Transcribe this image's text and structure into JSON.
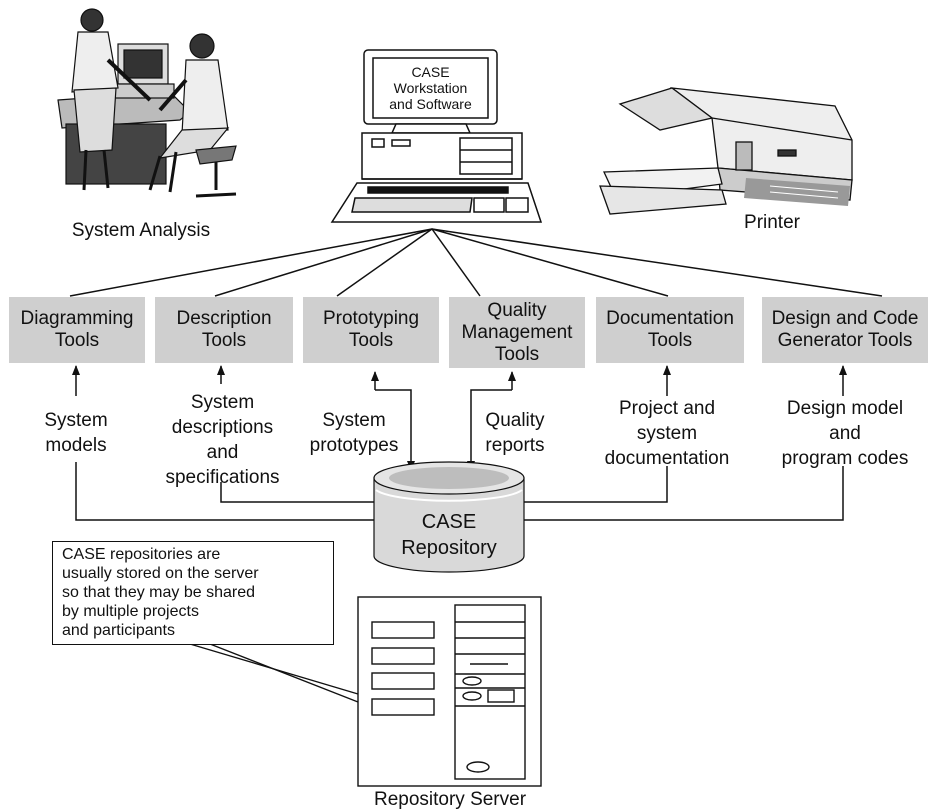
{
  "labels": {
    "analysis": "System Analysis",
    "printer": "Printer",
    "server": "Repository Server",
    "workstation": [
      "CASE",
      "Workstation",
      "and Software"
    ],
    "repository": [
      "CASE",
      "Repository"
    ]
  },
  "tools": [
    {
      "lines": [
        "Diagramming",
        "Tools"
      ]
    },
    {
      "lines": [
        "Description",
        "Tools"
      ]
    },
    {
      "lines": [
        "Prototyping",
        "Tools"
      ]
    },
    {
      "lines": [
        "Quality",
        "Management",
        "Tools"
      ]
    },
    {
      "lines": [
        "Documentation",
        "Tools"
      ]
    },
    {
      "lines": [
        "Design and Code",
        "Generator Tools"
      ]
    }
  ],
  "flows": [
    {
      "lines": [
        "System",
        "models"
      ]
    },
    {
      "lines": [
        "System",
        "descriptions",
        "and",
        "specifications"
      ]
    },
    {
      "lines": [
        "System",
        "prototypes"
      ]
    },
    {
      "lines": [
        "Quality",
        "reports"
      ]
    },
    {
      "lines": [
        "Project and",
        "system",
        "documentation"
      ]
    },
    {
      "lines": [
        "Design model",
        "and",
        "program codes"
      ]
    }
  ],
  "note": {
    "lines": [
      "CASE repositories are",
      "usually stored on the server",
      "so that they may be shared",
      "by multiple projects",
      "and participants"
    ]
  },
  "colors": {
    "tool_box": "#cfcfcf",
    "ink": "#111111"
  }
}
